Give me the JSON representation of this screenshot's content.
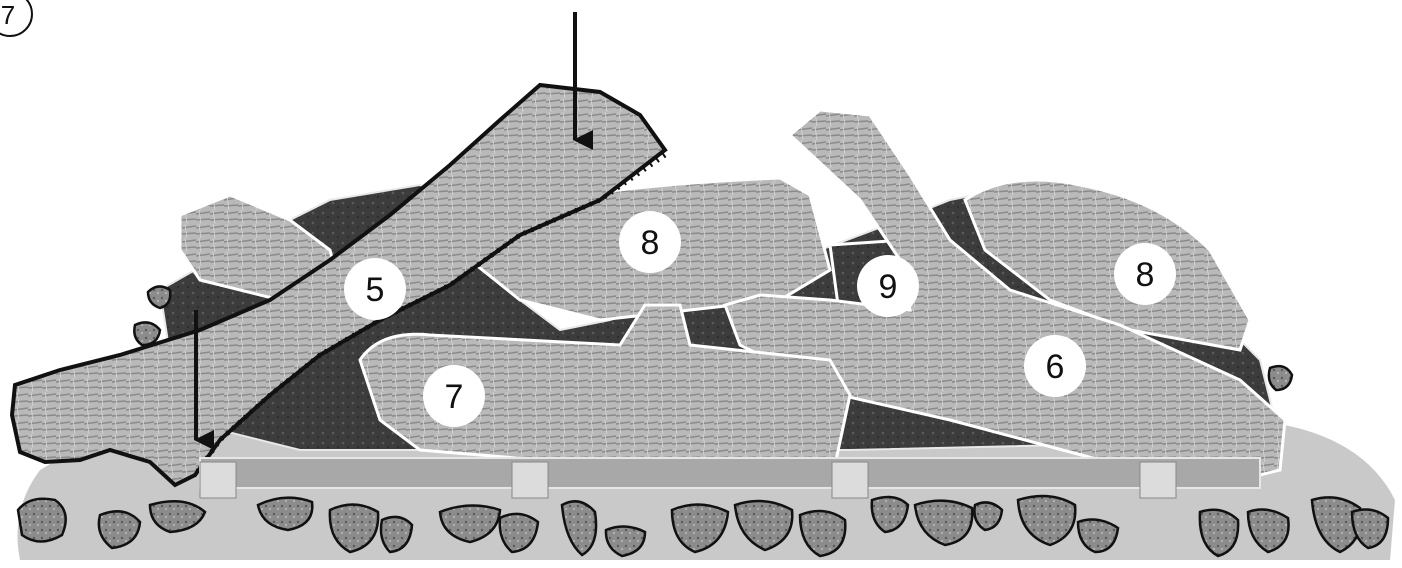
{
  "figure": {
    "step_number": "7",
    "callouts": {
      "log_5": "5",
      "log_7": "7",
      "log_8_left": "8",
      "log_8_right": "8",
      "log_9": "9",
      "log_6": "6"
    }
  }
}
